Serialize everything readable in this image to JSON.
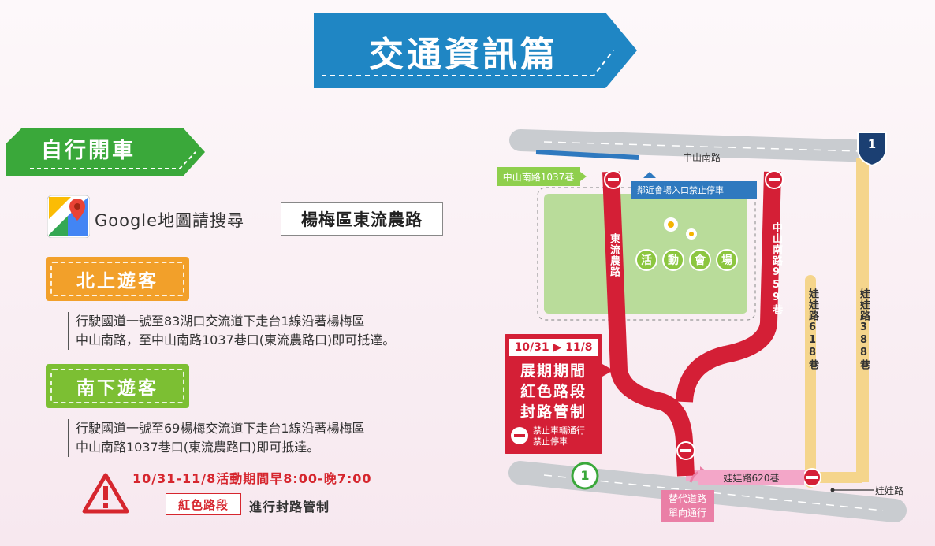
{
  "title": "交通資訊篇",
  "drive": {
    "label": "自行開車"
  },
  "google": {
    "text": "Google地圖請搜尋",
    "search": "楊梅區東流農路"
  },
  "north": {
    "tag": "北上遊客",
    "line1": "行駛國道一號至83湖口交流道下走台1線沿著楊梅區",
    "line2": "中山南路，至中山南路1037巷口(東流農路口)即可抵達。"
  },
  "south": {
    "tag": "南下遊客",
    "line1": "行駛國道一號至69楊梅交流道下走台1線沿著楊梅區",
    "line2": "中山南路1037巷口(東流農路口)即可抵達。"
  },
  "warning": {
    "time": "10/31-11/8活動期間早8:00-晚7:00",
    "red_box": "紅色路段",
    "text": "進行封路管制"
  },
  "map": {
    "zhongshan_south_road": "中山南路",
    "lane_1037": "中山南路1037巷",
    "no_parking_near_entrance": "鄰近會場入口禁止停車",
    "dongliu_road": "東流農路",
    "zhongshan_959": "中山南路959巷",
    "venue": [
      "活",
      "動",
      "會",
      "場"
    ],
    "wawa_618": "娃娃路618巷",
    "wawa_388": "娃娃路388巷",
    "wawa_620": "娃娃路620巷",
    "wawa_road": "娃娃路",
    "route_1_top": "1",
    "route_1_bottom": "1",
    "alt_route_1": "替代道路",
    "alt_route_2": "單向通行",
    "info_date": "10/31 ▶ 11/8",
    "info_line1": "展期期間",
    "info_line2": "紅色路段",
    "info_line3": "封路管制",
    "info_note1": "禁止車輛通行",
    "info_note2": "禁止停車"
  },
  "colors": {
    "blue": "#1f86c4",
    "green": "#3aa83a",
    "orange": "#f2a02a",
    "lime": "#7cbf33",
    "red": "#d41f36",
    "road": "#c9ccd0"
  }
}
